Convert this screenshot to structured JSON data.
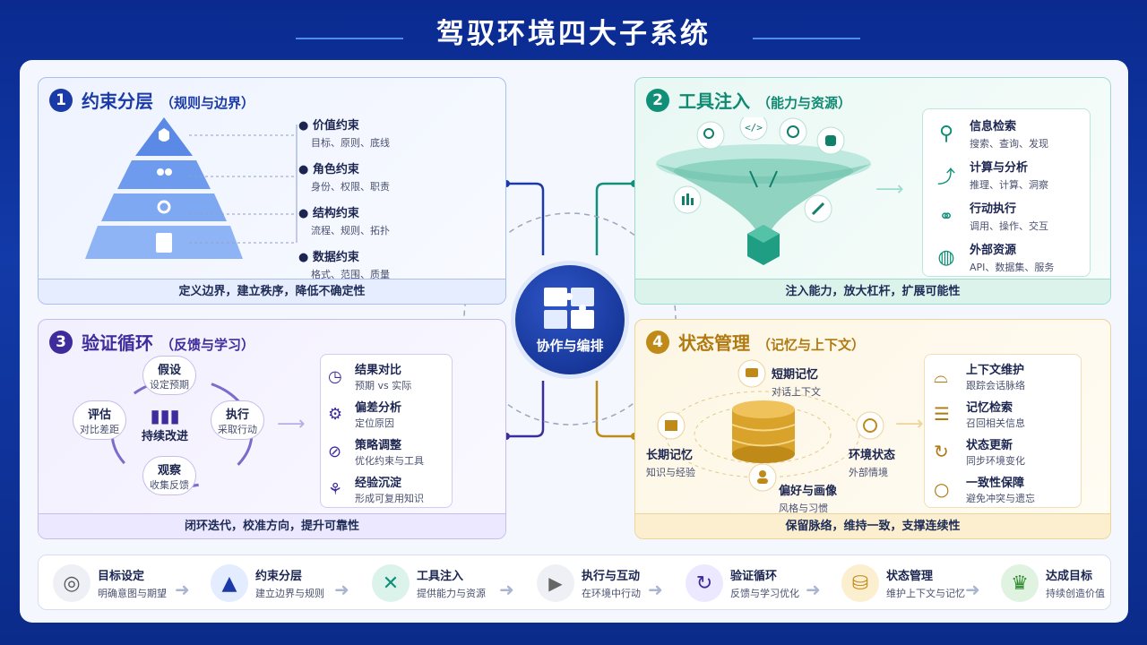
{
  "title": "驾驭环境四大子系统",
  "center": {
    "label": "协作与编排"
  },
  "panel1": {
    "num": "1",
    "title": "约束分层",
    "subtitle": "（规则与边界）",
    "footer": "定义边界，建立秩序，降低不确定性",
    "items": [
      {
        "title": "价值约束",
        "desc": "目标、原则、底线"
      },
      {
        "title": "角色约束",
        "desc": "身份、权限、职责"
      },
      {
        "title": "结构约束",
        "desc": "流程、规则、拓扑"
      },
      {
        "title": "数据约束",
        "desc": "格式、范围、质量"
      }
    ]
  },
  "panel2": {
    "num": "2",
    "title": "工具注入",
    "subtitle": "（能力与资源）",
    "footer": "注入能力，放大杠杆，扩展可能性",
    "items": [
      {
        "title": "信息检索",
        "desc": "搜索、查询、发现"
      },
      {
        "title": "计算与分析",
        "desc": "推理、计算、洞察"
      },
      {
        "title": "行动执行",
        "desc": "调用、操作、交互"
      },
      {
        "title": "外部资源",
        "desc": "API、数据集、服务"
      }
    ]
  },
  "panel3": {
    "num": "3",
    "title": "验证循环",
    "subtitle": "（反馈与学习）",
    "footer": "闭环迭代，校准方向，提升可靠性",
    "cycle": {
      "center": "持续改进",
      "top": {
        "title": "假设",
        "desc": "设定预期"
      },
      "right": {
        "title": "执行",
        "desc": "采取行动"
      },
      "bottom": {
        "title": "观察",
        "desc": "收集反馈"
      },
      "left": {
        "title": "评估",
        "desc": "对比差距"
      }
    },
    "items": [
      {
        "title": "结果对比",
        "desc": "预期 vs 实际"
      },
      {
        "title": "偏差分析",
        "desc": "定位原因"
      },
      {
        "title": "策略调整",
        "desc": "优化约束与工具"
      },
      {
        "title": "经验沉淀",
        "desc": "形成可复用知识"
      }
    ]
  },
  "panel4": {
    "num": "4",
    "title": "状态管理",
    "subtitle": "（记忆与上下文）",
    "footer": "保留脉络，维持一致，支撑连续性",
    "nodes": {
      "top": {
        "title": "短期记忆",
        "desc": "对话上下文"
      },
      "left": {
        "title": "长期记忆",
        "desc": "知识与经验"
      },
      "right": {
        "title": "环境状态",
        "desc": "外部情境"
      },
      "bottom": {
        "title": "偏好与画像",
        "desc": "风格与习惯"
      }
    },
    "items": [
      {
        "title": "上下文维护",
        "desc": "跟踪会话脉络"
      },
      {
        "title": "记忆检索",
        "desc": "召回相关信息"
      },
      {
        "title": "状态更新",
        "desc": "同步环境变化"
      },
      {
        "title": "一致性保障",
        "desc": "避免冲突与遗忘"
      }
    ]
  },
  "flow": [
    {
      "title": "目标设定",
      "desc": "明确意图与期望"
    },
    {
      "title": "约束分层",
      "desc": "建立边界与规则"
    },
    {
      "title": "工具注入",
      "desc": "提供能力与资源"
    },
    {
      "title": "执行与互动",
      "desc": "在环境中行动"
    },
    {
      "title": "验证循环",
      "desc": "反馈与学习优化"
    },
    {
      "title": "状态管理",
      "desc": "维护上下文与记忆"
    },
    {
      "title": "达成目标",
      "desc": "持续创造价值"
    }
  ],
  "colors": {
    "blue": "#1a3aa8",
    "teal": "#119079",
    "purple": "#3e2c9c",
    "gold": "#c08a18"
  }
}
